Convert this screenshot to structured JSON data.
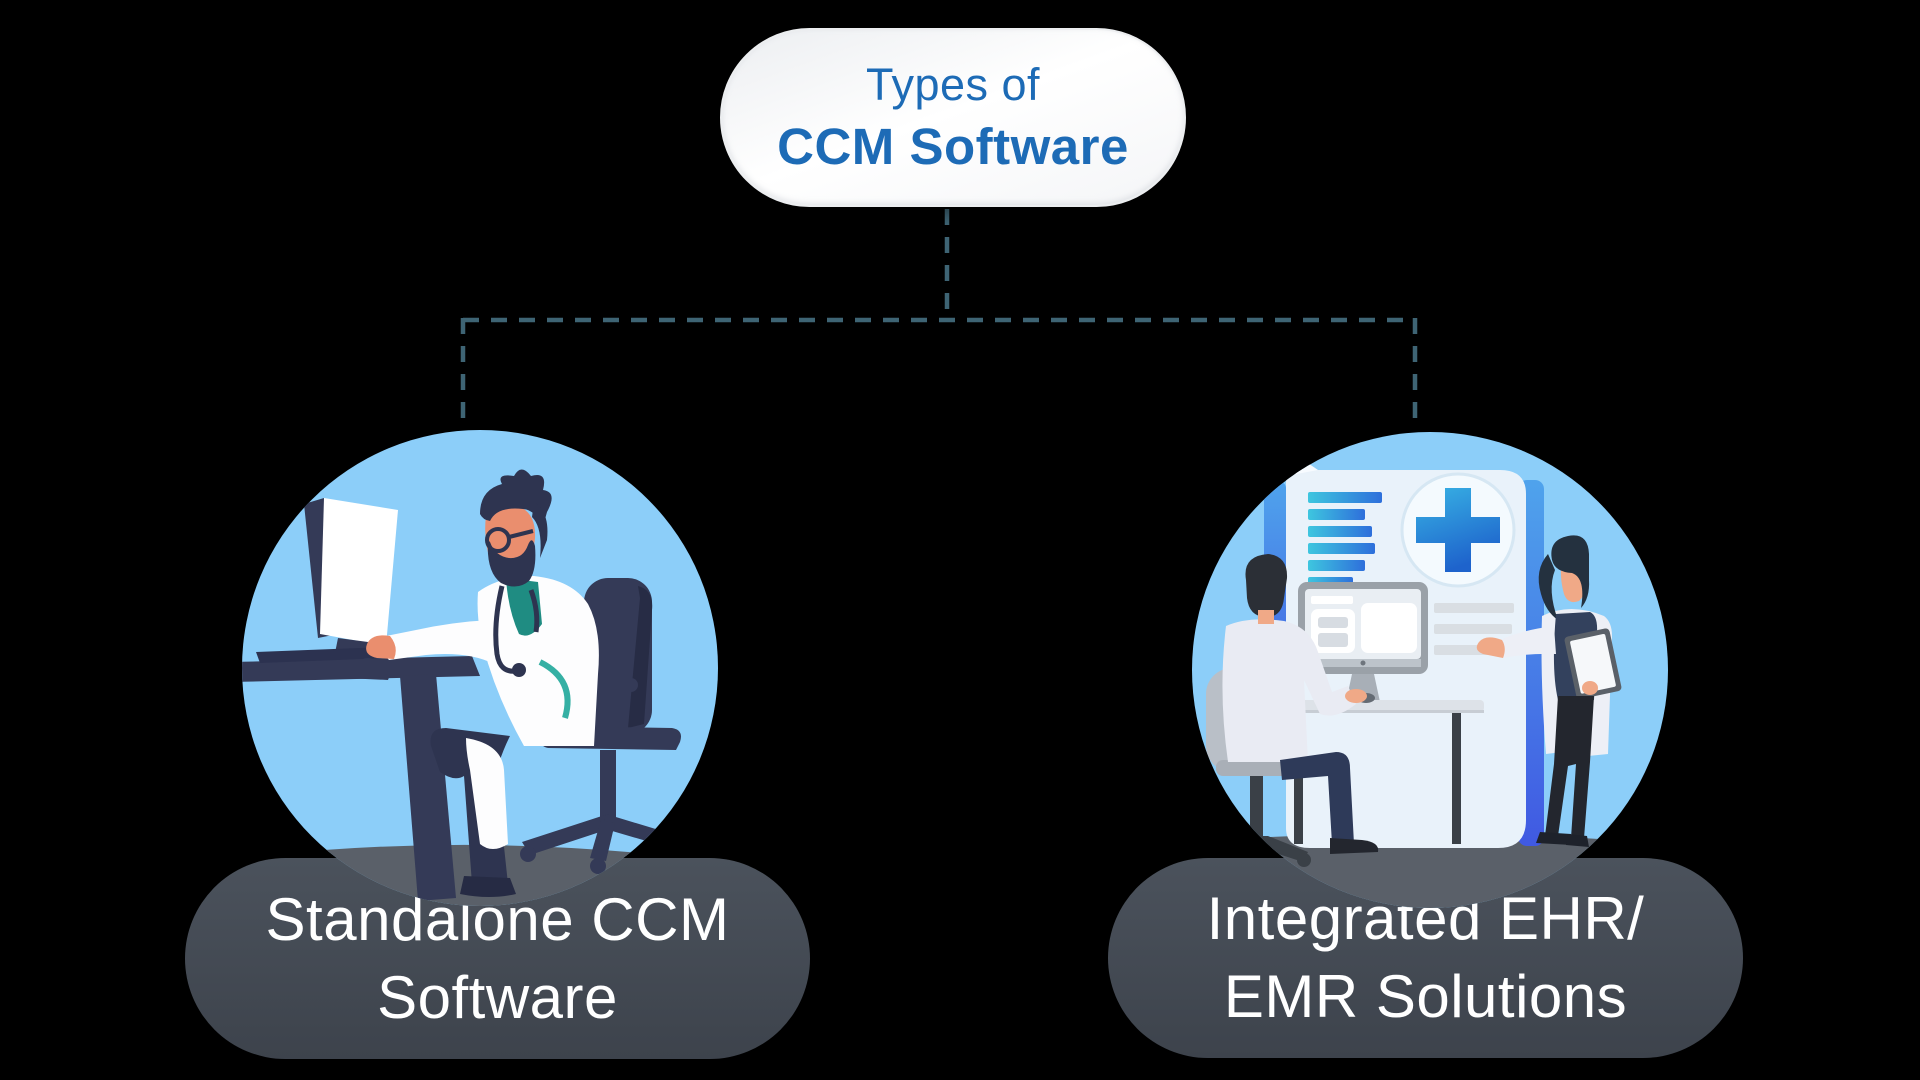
{
  "page": {
    "background_color": "#000000",
    "description": "Types of CCM Software comparison diagram"
  },
  "root_node": {
    "line1": "Types of",
    "line2": "CCM Software"
  },
  "branches": {
    "left": {
      "line1": "Standalone CCM",
      "line2": "Software",
      "illustration": "doctor-working-at-computer"
    },
    "right": {
      "line1": "Integrated EHR/",
      "line2": "EMR Solutions",
      "illustration": "clinicians-reviewing-ehr-document"
    }
  },
  "colors": {
    "accent_blue": "#1D6BB6",
    "connector": "#3E6474",
    "circle_fill": "#8CCEF9",
    "label_bg_top": "#4B525C",
    "label_bg_bottom": "#3D434C",
    "label_text": "#FFFFFF"
  }
}
